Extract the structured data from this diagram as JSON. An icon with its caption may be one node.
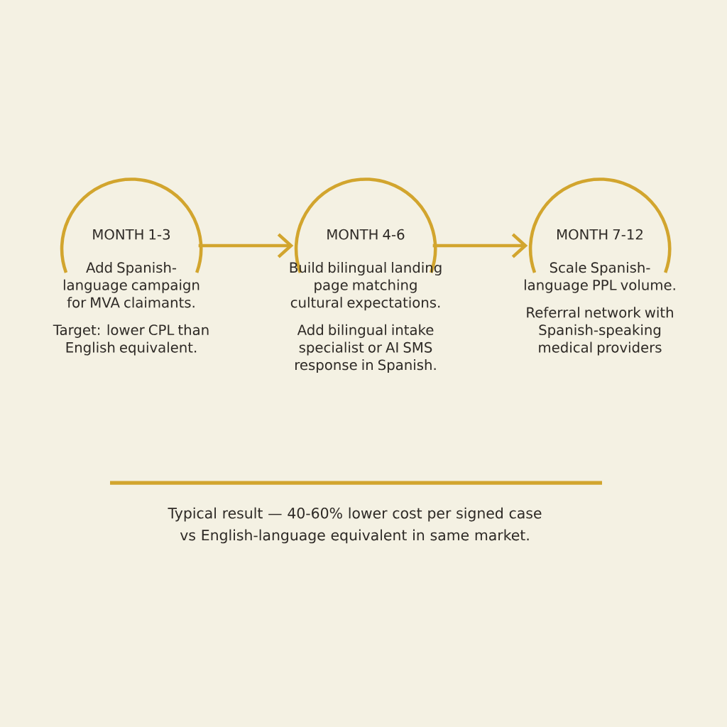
{
  "diagram": {
    "nodes": [
      {
        "text": [
          "MONTH 1-3",
          "Add Spanish-language campaign for MVA claimants.",
          "Target: lower CPL than English equivalent."
        ]
      },
      {
        "text": [
          "MONTH 4-6",
          "Build bilingual landing page matching cultural expectations.",
          "Add bilingual intake specialist or AI SMS response in Spanish."
        ]
      },
      {
        "text": [
          "MONTH 7-12",
          "Scale Spanish-language PPL volume.",
          "Referral network with Spanish-speaking medical providers"
        ]
      }
    ],
    "edges": [
      {
        "from": 0,
        "to": 1,
        "arrow": "to"
      },
      {
        "from": 1,
        "to": 2,
        "arrow": "to"
      }
    ],
    "labels": [
      "Typical result — 40-60% lower cost per signed case vs English-language equivalent in same market."
    ]
  }
}
